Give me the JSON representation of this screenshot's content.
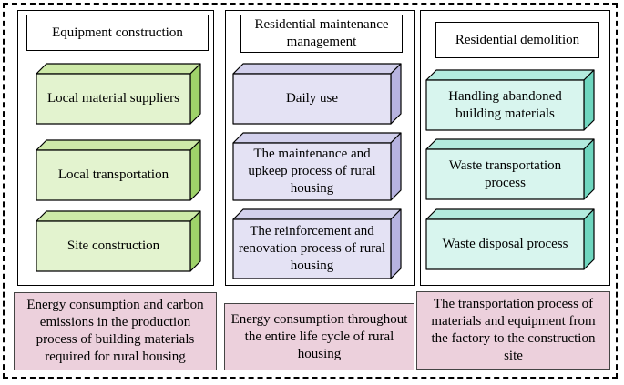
{
  "columns": [
    {
      "title": "Equipment construction",
      "boxes": [
        "Local material suppliers",
        "Local transportation",
        "Site construction"
      ],
      "color": {
        "front": "#e3f3cf",
        "top": "#cde9a8",
        "side": "#9fd36a"
      }
    },
    {
      "title": "Residential maintenance management",
      "boxes": [
        "Daily use",
        "The maintenance and upkeep process of rural housing",
        "The reinforcement and renovation process of rural housing"
      ],
      "color": {
        "front": "#e4e2f4",
        "top": "#d2d0ec",
        "side": "#b7b3e0"
      }
    },
    {
      "title": "Residential demolition",
      "boxes": [
        "Handling abandoned building materials",
        "Waste transportation process",
        "Waste disposal process"
      ],
      "color": {
        "front": "#d8f5ee",
        "top": "#b3ebde",
        "side": "#6fd6bf"
      }
    }
  ],
  "notes": [
    "Energy consumption and carbon emissions in the production process of building materials required for rural housing",
    "Energy consumption throughout the entire life cycle of rural housing",
    "The transportation process of materials and equipment from the factory to the construction site"
  ]
}
